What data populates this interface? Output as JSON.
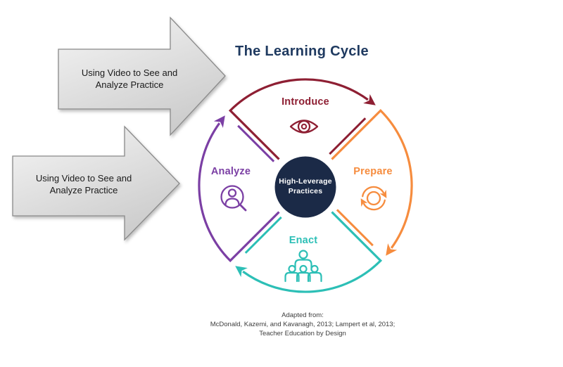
{
  "title": "The Learning Cycle",
  "arrows": [
    {
      "label": "Using Video to See and Analyze Practice"
    },
    {
      "label": "Using Video to See and Analyze Practice"
    }
  ],
  "cycle": {
    "stages": [
      {
        "label": "Introduce",
        "icon": "eye-icon",
        "color": "#8E1F33"
      },
      {
        "label": "Prepare",
        "icon": "refresh-icon",
        "color": "#F68C3E"
      },
      {
        "label": "Enact",
        "icon": "people-group-icon",
        "color": "#2CBFB6"
      },
      {
        "label": "Analyze",
        "icon": "person-search-icon",
        "color": "#7B3FA4"
      }
    ],
    "center": {
      "line1": "High-Leverage",
      "line2": "Practices"
    }
  },
  "citation": {
    "lines": [
      "Adapted from:",
      "McDonald, Kazemi, and Kavanagh, 2013; Lampert et al, 2013;",
      "Teacher Education by Design"
    ]
  },
  "colors": {
    "maroon": "#8E1F33",
    "orange": "#F68C3E",
    "teal": "#2CBFB6",
    "purple": "#7B3FA4",
    "navy": "#1B2A47",
    "title_navy": "#1F3A60",
    "citation_gray": "#3d3d3d",
    "arrow_fill_light": "#f5f5f5",
    "arrow_fill_dark": "#cdcdcd",
    "arrow_border": "#8a8a8a",
    "arrow_text": "#1a1a1a"
  }
}
